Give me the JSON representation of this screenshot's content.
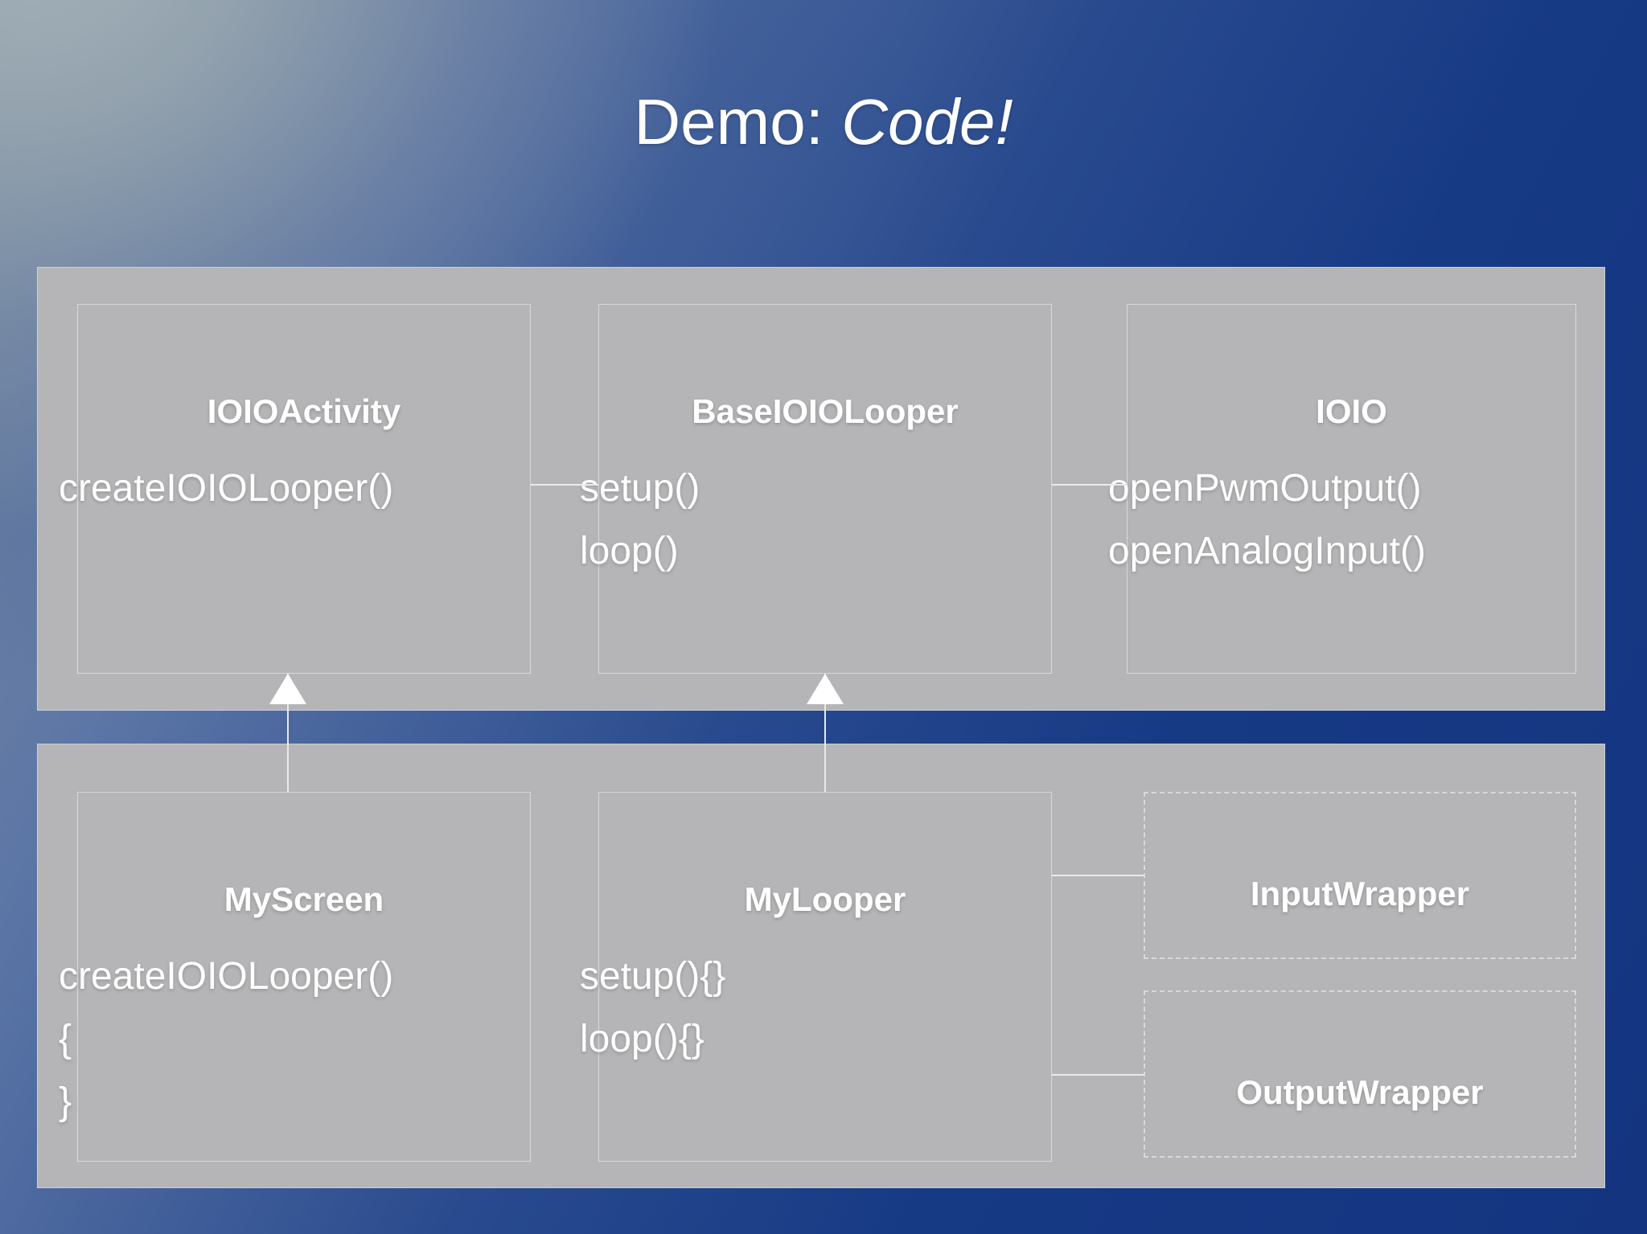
{
  "slide": {
    "title_main": "Demo: ",
    "title_emphasis": "Code!",
    "background_top_left": "#93a0a8",
    "background_bottom_right": "#143480",
    "panel_color": "#b5b5b7",
    "text_color": "#ffffff"
  },
  "panels": [
    {
      "name": "library-layer",
      "classes": [
        {
          "name": "IOIOActivity",
          "methods": [
            "createIOIOLooper()"
          ],
          "style": "solid"
        },
        {
          "name": "BaseIOIOLooper",
          "methods": [
            "setup()",
            "loop()"
          ],
          "style": "solid"
        },
        {
          "name": "IOIO",
          "methods": [
            "openPwmOutput()",
            "openAnalogInput()"
          ],
          "style": "solid"
        }
      ]
    },
    {
      "name": "application-layer",
      "classes": [
        {
          "name": "MyScreen",
          "methods": [
            "createIOIOLooper()",
            "{",
            "}"
          ],
          "style": "solid"
        },
        {
          "name": "MyLooper",
          "methods": [
            "setup(){}",
            "loop(){}"
          ],
          "style": "solid"
        },
        {
          "name": "InputWrapper",
          "methods": [],
          "style": "dashed"
        },
        {
          "name": "OutputWrapper",
          "methods": [],
          "style": "dashed"
        }
      ]
    }
  ],
  "connectors": [
    {
      "name": "ioioactivity-to-baseioiolooper",
      "kind": "association"
    },
    {
      "name": "baseioiolooper-to-ioio",
      "kind": "association"
    },
    {
      "name": "mylooper-to-inputwrapper",
      "kind": "association"
    },
    {
      "name": "mylooper-to-outputwrapper",
      "kind": "association"
    },
    {
      "name": "myscreen-extends-ioioactivity",
      "kind": "inheritance"
    },
    {
      "name": "mylooper-extends-baseioiolooper",
      "kind": "inheritance"
    }
  ]
}
